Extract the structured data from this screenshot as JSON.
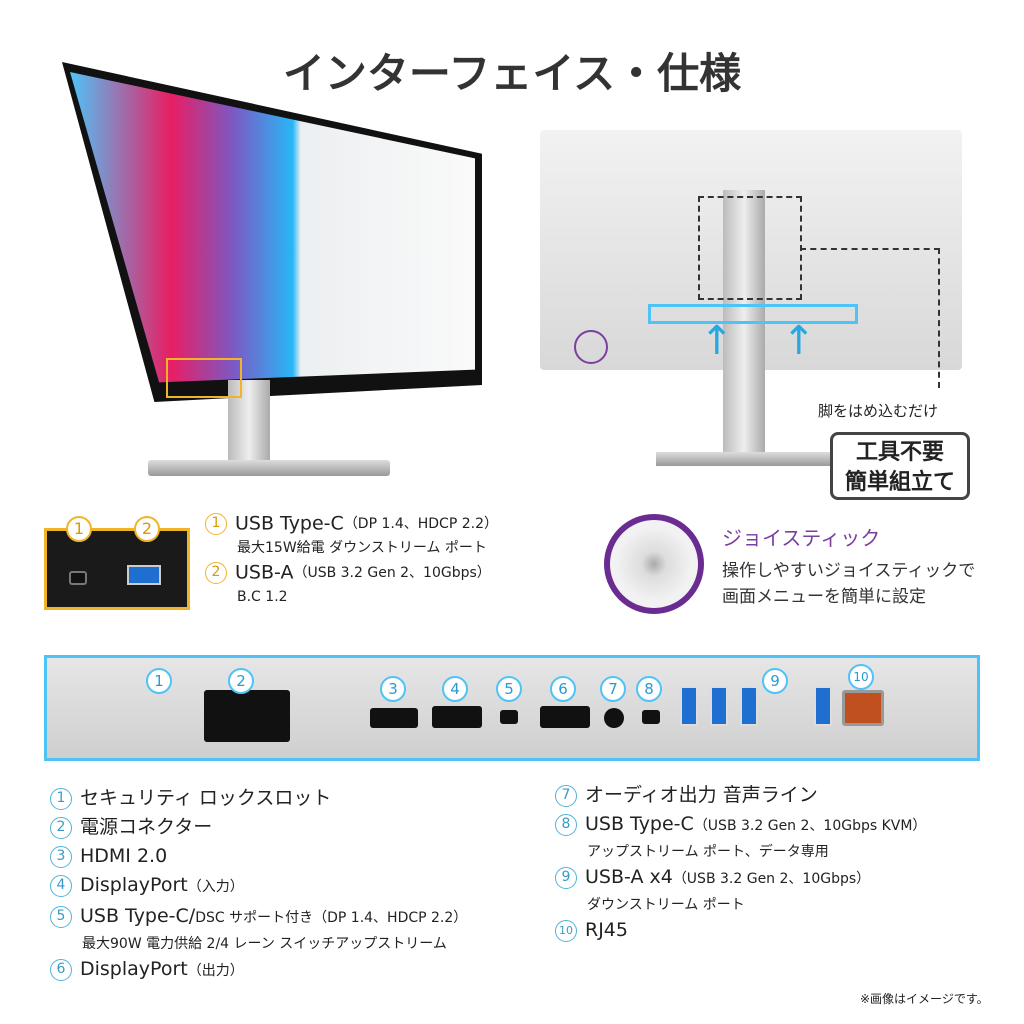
{
  "title": "インターフェイス・仕様",
  "callouts": {
    "feet": "脚をはめ込むだけ",
    "tool_line1": "工具不要",
    "tool_line2": "簡単組立て"
  },
  "side_ports": [
    {
      "num": "1",
      "label": "USB Type-C",
      "spec": "（DP 1.4、HDCP 2.2）",
      "sub": "最大15W給電 ダウンストリーム ポート"
    },
    {
      "num": "2",
      "label": "USB-A",
      "spec": "（USB 3.2 Gen 2、10Gbps）",
      "sub": "B.C 1.2"
    }
  ],
  "joystick": {
    "title": "ジョイスティック",
    "line1": "操作しやすいジョイスティックで",
    "line2": "画面メニューを簡単に設定"
  },
  "rear_numbers": [
    "1",
    "2",
    "3",
    "4",
    "5",
    "6",
    "7",
    "8",
    "9",
    "10"
  ],
  "ports_left": [
    {
      "num": "1",
      "label": "セキュリティ ロックスロット",
      "spec": "",
      "sub": ""
    },
    {
      "num": "2",
      "label": "電源コネクター",
      "spec": "",
      "sub": ""
    },
    {
      "num": "3",
      "label": "HDMI 2.0",
      "spec": "",
      "sub": ""
    },
    {
      "num": "4",
      "label": "DisplayPort",
      "spec": "（入力）",
      "sub": ""
    },
    {
      "num": "5",
      "label": "USB Type-C/",
      "spec": "DSC サポート付き（DP 1.4、HDCP 2.2）",
      "sub": "最大90W 電力供給 2/4 レーン スイッチアップストリーム"
    },
    {
      "num": "6",
      "label": "DisplayPort",
      "spec": "（出力）",
      "sub": ""
    }
  ],
  "ports_right": [
    {
      "num": "7",
      "label": "オーディオ出力 音声ライン",
      "spec": "",
      "sub": ""
    },
    {
      "num": "8",
      "label": "USB Type-C",
      "spec": "（USB 3.2 Gen 2、10Gbps KVM）",
      "sub": "アップストリーム ポート、データ専用"
    },
    {
      "num": "9",
      "label": "USB-A x4",
      "spec": "（USB 3.2 Gen 2、10Gbps）",
      "sub": "ダウンストリーム ポート"
    },
    {
      "num": "10",
      "label": "RJ45",
      "spec": "",
      "sub": ""
    }
  ],
  "note": "※画像はイメージです。",
  "colors": {
    "yellow": "#f0b429",
    "cyan": "#4fc3f7",
    "purple": "#6a2c91"
  }
}
